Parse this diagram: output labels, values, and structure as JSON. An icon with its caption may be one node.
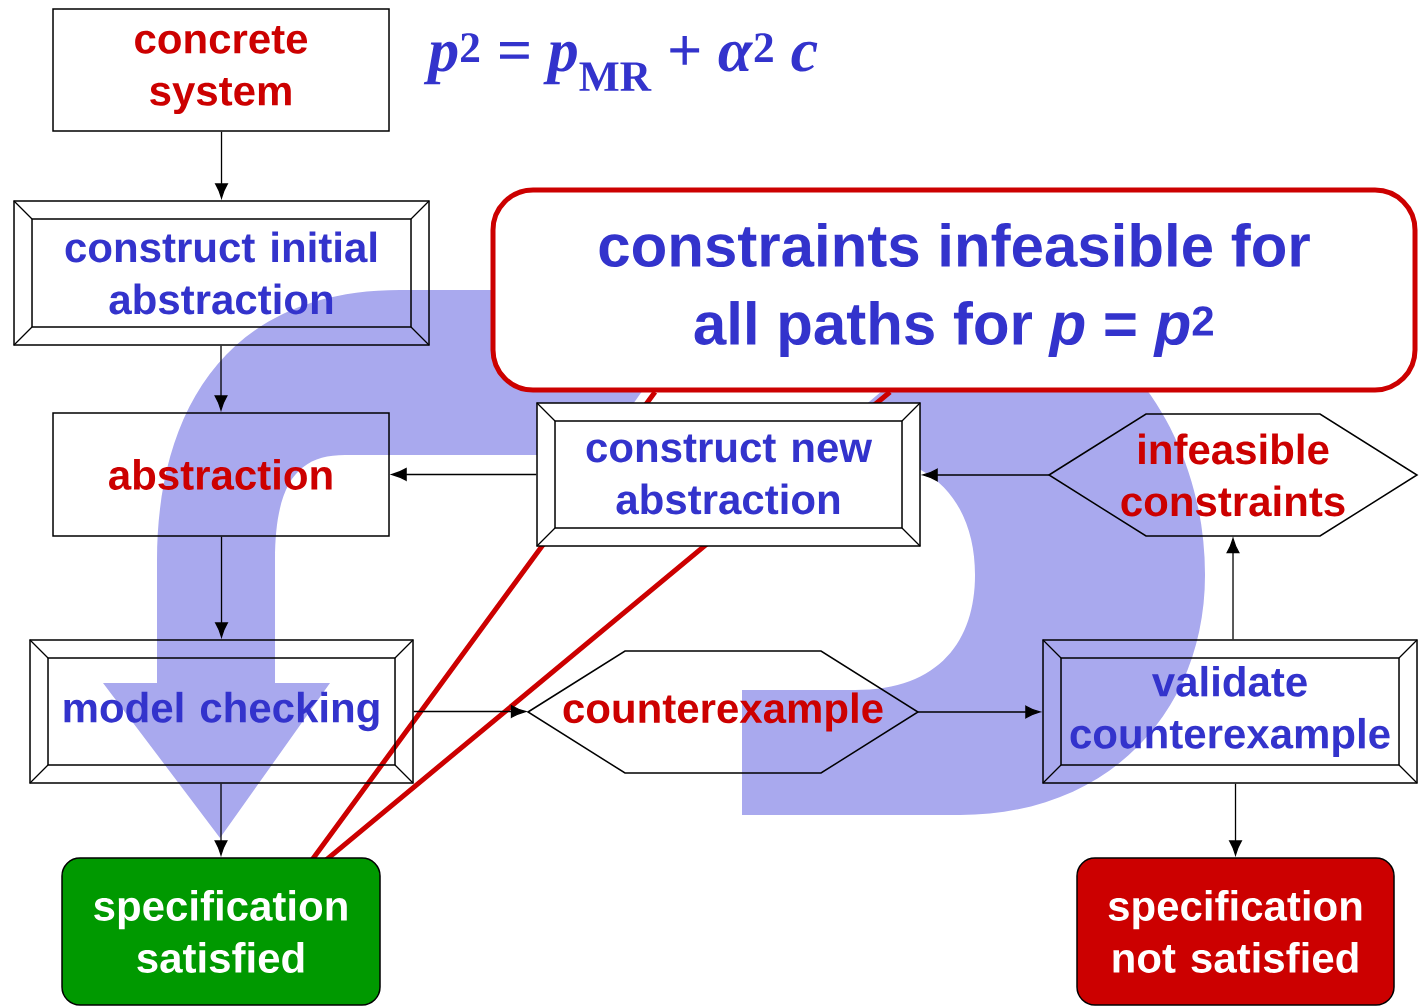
{
  "diagram": {
    "nodes": [
      {
        "text": [
          "concrete system"
        ]
      },
      {
        "text": [
          "construct initial abstraction"
        ]
      },
      {
        "text": [
          "abstraction"
        ]
      },
      {
        "text": [
          "model checking"
        ]
      },
      {
        "text": [
          "specification satisfied"
        ]
      },
      {
        "text": [
          "counterexample"
        ]
      },
      {
        "text": [
          "validate counterexample"
        ]
      },
      {
        "text": [
          "specification not satisfied"
        ]
      },
      {
        "text": [
          "infeasible constraints"
        ]
      },
      {
        "text": [
          "construct new abstraction"
        ]
      },
      {
        "text": [
          "constraints infeasible for all paths for *p* = *p*$^{2}$"
        ]
      }
    ],
    "edges": [
      {
        "from": 0,
        "to": 1,
        "arrow": "to"
      },
      {
        "from": 1,
        "to": 2,
        "arrow": "to"
      },
      {
        "from": 2,
        "to": 3,
        "arrow": "to"
      },
      {
        "from": 3,
        "to": 4,
        "arrow": "to"
      },
      {
        "from": 3,
        "to": 5,
        "arrow": "to"
      },
      {
        "from": 5,
        "to": 6,
        "arrow": "to"
      },
      {
        "from": 6,
        "to": 7,
        "arrow": "to"
      },
      {
        "from": 6,
        "to": 8,
        "arrow": "to"
      },
      {
        "from": 8,
        "to": 9,
        "arrow": "to"
      },
      {
        "from": 9,
        "to": 2,
        "arrow": "to"
      }
    ],
    "labels": [
      "*p*$^{2}$ = *p*$_{MR}$ + *α*$^{2}$ *c*"
    ]
  }
}
